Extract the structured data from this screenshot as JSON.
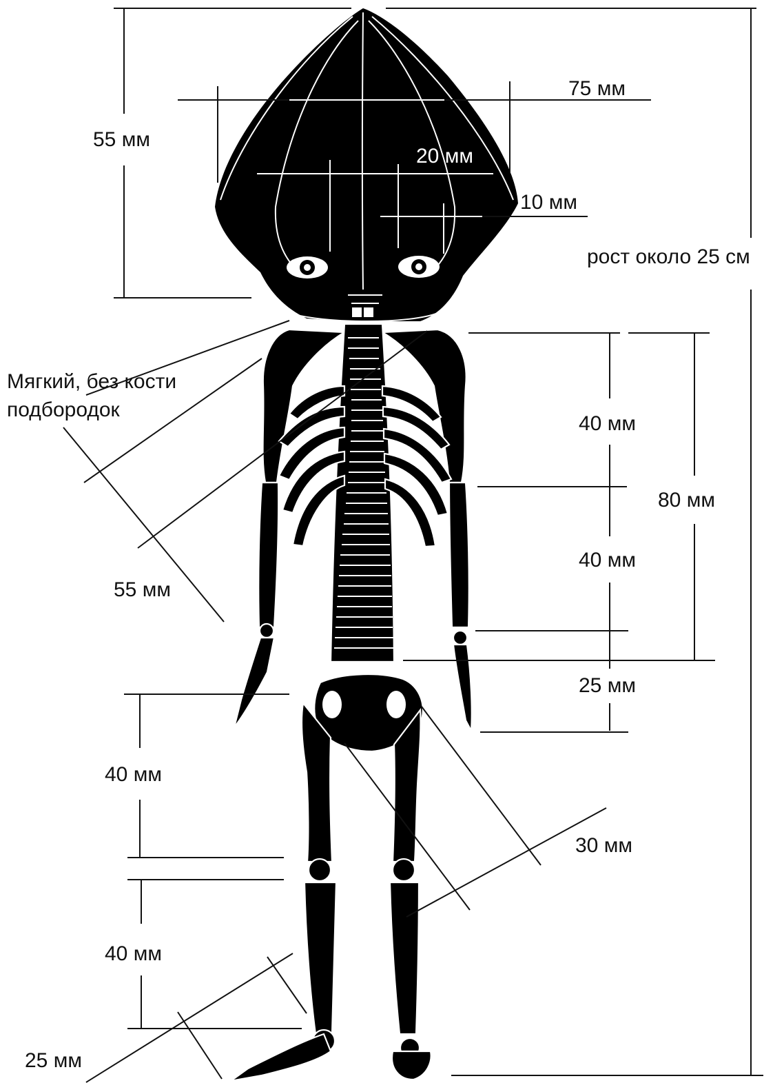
{
  "labels": {
    "head_height": "55 мм",
    "head_width": "75 мм",
    "eye_span": "20 мм",
    "eye_size": "10 мм",
    "total_height": "рост около 25 см",
    "chin_line1": "Мягкий, без кости",
    "chin_line2": "подбородок",
    "torso_upper": "40 мм",
    "torso_total": "80 мм",
    "arm_length": "55 мм",
    "torso_lower": "40 мм",
    "pelvis": "25 мм",
    "thigh": "40 мм",
    "leg_diag": "30 мм",
    "shin": "40 мм",
    "foot": "25 мм"
  }
}
